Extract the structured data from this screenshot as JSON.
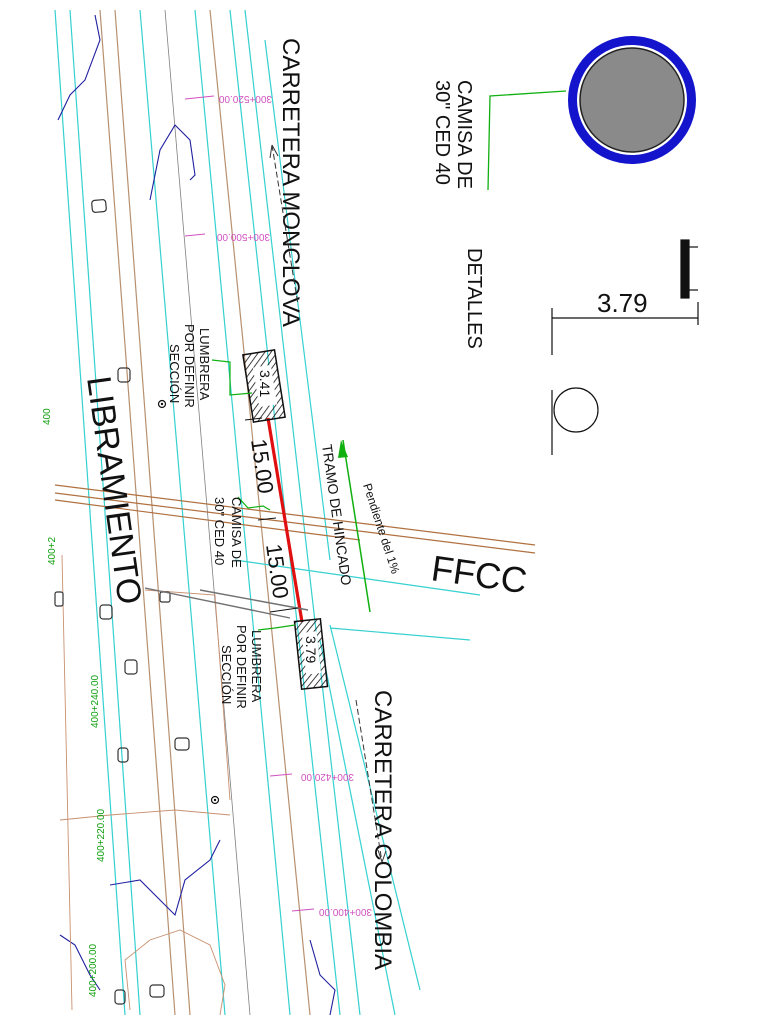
{
  "title": "",
  "roads": {
    "monclova": "CARRETERA MONCLOVA",
    "colombia": "CARRETERA COLOMBIA",
    "libramiento": "LIBRAMIENTO",
    "ffcc": "FFCC"
  },
  "labels": {
    "lumbrera_top": [
      "LUMBRERA",
      "POR DEFINIR",
      "SECCIÓN"
    ],
    "lumbrera_bottom": [
      "LUMBRERA",
      "POR DEFINIR",
      "SECCIÓN"
    ],
    "camisa_center": [
      "CAMISA DE",
      "30\" CED 40"
    ],
    "camisa_detail": [
      "CAMISA DE",
      "30\" CED 40"
    ],
    "tramo": "TRAMO DE HINCADO",
    "pendiente": "Pendiente del 1%",
    "detalles": "DETALLES"
  },
  "dimensions": {
    "segment_a": "15.00",
    "segment_b": "15.00",
    "shaft_top": "3.41",
    "shaft_bottom": "3.79",
    "detail_depth": "3.79"
  },
  "stations": [
    "300+520.00",
    "300+500.00",
    "300+420.00",
    "300+400.00",
    "400+240.00",
    "400+220.00",
    "400+200.00",
    "400+2",
    "400"
  ],
  "colors": {
    "pipe": "#e01010",
    "casing_ring": "#1414cc",
    "casing_core": "#8a8a8a",
    "road_edge": "#35d0d0",
    "annotation": "#10b010",
    "station": "#d050c0",
    "rail": "#b07040",
    "contour": "#2020a0"
  }
}
